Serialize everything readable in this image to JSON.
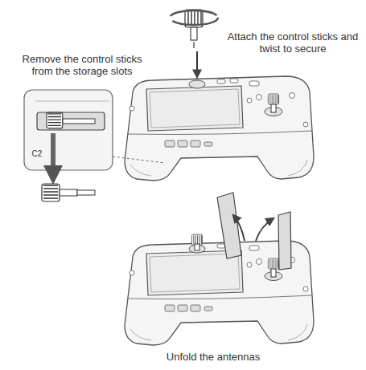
{
  "diagram": {
    "labels": [
      "Remove the control sticks from the storage slots",
      "Attach the control sticks and twist to secure",
      "Unfold the antennas",
      "C2"
    ]
  }
}
